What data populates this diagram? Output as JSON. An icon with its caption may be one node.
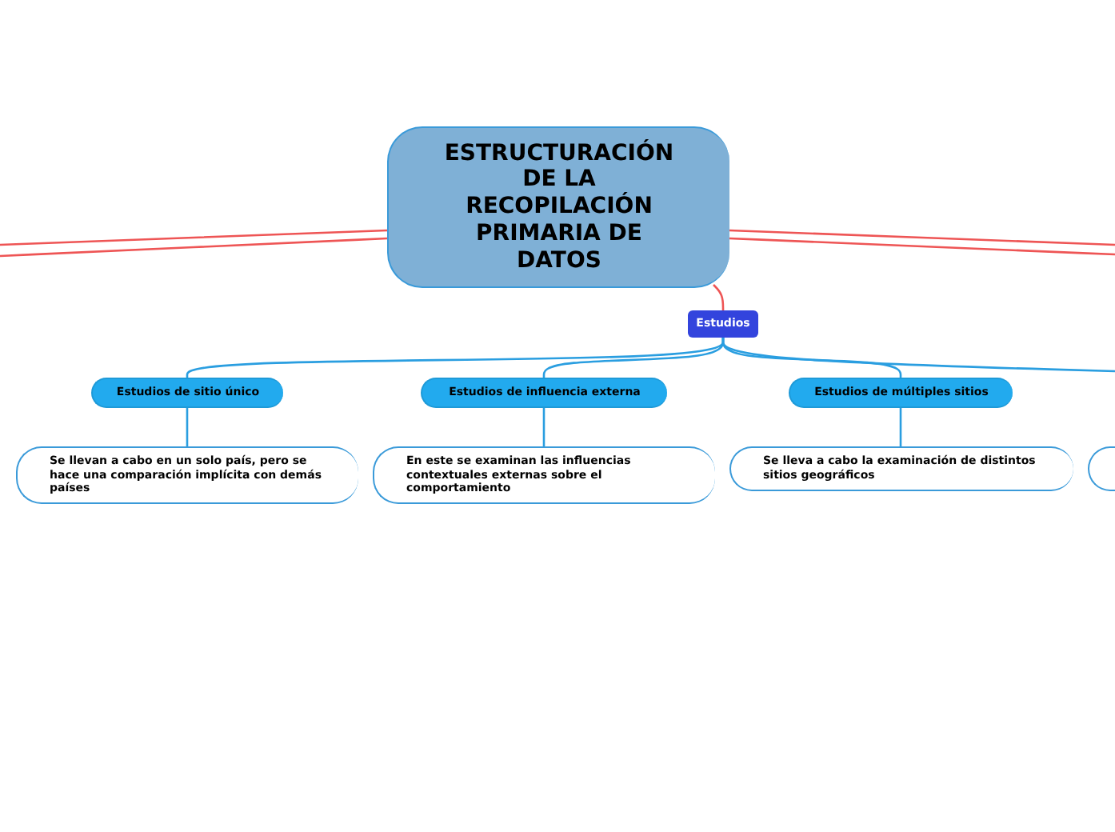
{
  "diagram": {
    "nodes": [
      {
        "text": [
          "ESTRUCTURACIÓN DE LA RECOPILACIÓN PRIMARIA DE DATOS"
        ]
      },
      {
        "text": [
          "Estudios"
        ]
      },
      {
        "text": [
          "Estudios de sitio único"
        ]
      },
      {
        "text": [
          "Estudios de influencia externa"
        ]
      },
      {
        "text": [
          "Estudios de múltiples sitios"
        ]
      },
      {
        "text": [
          "Se llevan a cabo en un solo país, pero se hace una comparación implícita con demás países"
        ]
      },
      {
        "text": [
          "En este se examinan las influencias contextuales externas sobre el comportamiento"
        ]
      },
      {
        "text": [
          "Se lleva a cabo la examinación de distintos sitios geográficos"
        ]
      },
      {
        "text": [],
        "shape": "box"
      }
    ],
    "edges": [
      {
        "from": 0,
        "to": 1,
        "arrow": "none",
        "color": "#ee5555"
      },
      {
        "from": 1,
        "to": 2,
        "arrow": "none"
      },
      {
        "from": 1,
        "to": 3,
        "arrow": "none"
      },
      {
        "from": 1,
        "to": 4,
        "arrow": "none"
      },
      {
        "from": 2,
        "to": 5,
        "arrow": "none"
      },
      {
        "from": 3,
        "to": 6,
        "arrow": "none"
      },
      {
        "from": 4,
        "to": 7,
        "arrow": "none"
      },
      {
        "from": 1,
        "to": null,
        "arrow": "none"
      },
      {
        "from": 0,
        "to": null,
        "arrow": "none",
        "color": "#ee5555"
      },
      {
        "from": 0,
        "to": null,
        "arrow": "none",
        "color": "#ee5555"
      },
      {
        "from": 0,
        "to": null,
        "arrow": "none",
        "color": "#ee5555"
      },
      {
        "from": 0,
        "to": null,
        "arrow": "none",
        "color": "#ee5555"
      }
    ]
  }
}
